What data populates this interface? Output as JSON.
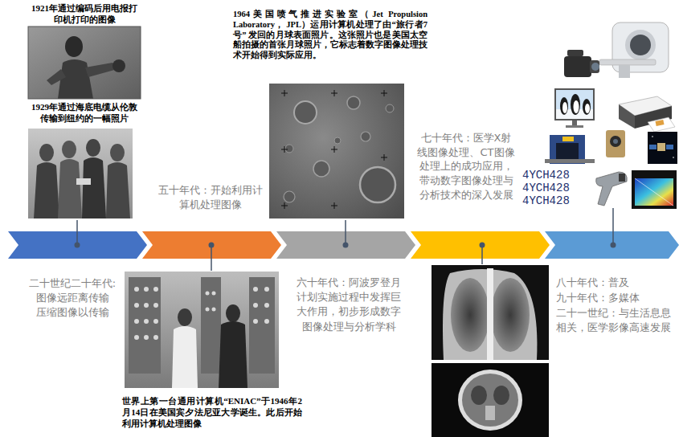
{
  "diagram": {
    "labels": [
      "1921年通过编码后用电报打印机打印的图像",
      "1929年通过海底电缆从伦敦传输到纽约的一幅照片",
      "1964美国喷气推进实验室（Jet Propulsion Laboratory， JPL）运用计算机处理了由“旅行者7号” 发回的月球表面照片。这张照片也是美国太空船拍摄的首张月球照片，它标志着数字图像处理技术开始得到实际应用。",
      "五十年代：开始利用计算机处理图像",
      "七十年代：医学X射线图像处理、CT图像处理上的成功应用，带动数字图像处理与分析技术的深入发展",
      "4YCH428",
      "4YCH428",
      "4YCH428",
      "二十世纪二十年代: 图像远距离传输 压缩图像以传输",
      "六十年代：阿波罗登月计划实施过程中发挥巨大作用，初步形成数字图像处理与分析学科",
      "八十年代：普及",
      "九十年代：多媒体",
      "二十一世纪：与生活息息相关，医学影像高速发展",
      "世界上第一台通用计算机“ENIAC”于1946年2月14日在美国宾夕法尼亚大学诞生。此后开始利用计算机处理图像"
    ]
  }
}
